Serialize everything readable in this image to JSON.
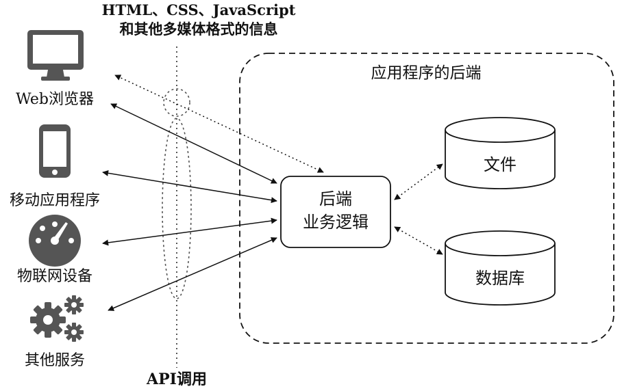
{
  "top_note": {
    "line1": "HTML、CSS、JavaScript",
    "line2": "和其他多媒体格式的信息"
  },
  "clients": [
    {
      "label": "Web浏览器",
      "icon": "monitor-icon"
    },
    {
      "label": "移动应用程序",
      "icon": "smartphone-icon"
    },
    {
      "label": "物联网设备",
      "icon": "gauge-icon"
    },
    {
      "label": "其他服务",
      "icon": "gears-icon"
    }
  ],
  "api_label": "API调用",
  "backend_region": {
    "title": "应用程序的后端"
  },
  "logic_box": {
    "line1": "后端",
    "line2": "业务逻辑"
  },
  "storage": [
    {
      "label": "文件"
    },
    {
      "label": "数据库"
    }
  ],
  "colors": {
    "icon": "#555555",
    "line": "#111111"
  }
}
